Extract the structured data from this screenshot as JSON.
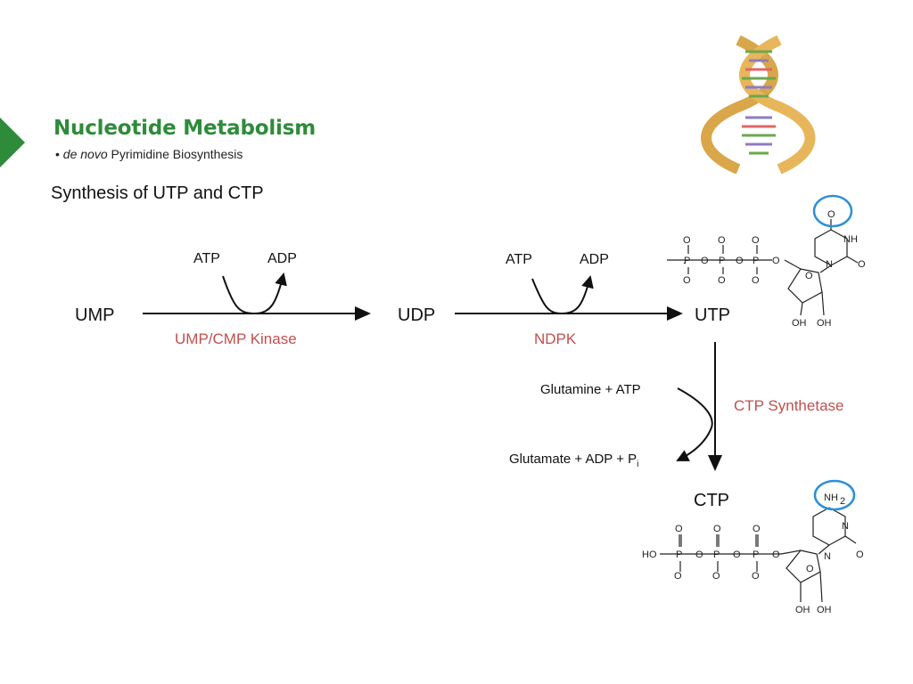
{
  "slide": {
    "title": "Nucleotide Metabolism",
    "bullet_prefix": "de novo",
    "bullet_rest": " Pyrimidine Biosynthesis",
    "heading": "Synthesis of UTP and CTP"
  },
  "pathway": {
    "ump": "UMP",
    "udp": "UDP",
    "utp": "UTP",
    "ctp": "CTP",
    "step1": {
      "in": "ATP",
      "out": "ADP",
      "enzyme": "UMP/CMP Kinase"
    },
    "step2": {
      "in": "ATP",
      "out": "ADP",
      "enzyme": "NDPK"
    },
    "step3": {
      "in": "Glutamine + ATP",
      "out_main": "Glutamate + ADP + P",
      "out_sub": "i",
      "enzyme": "CTP Synthetase"
    }
  },
  "structures": {
    "utp_labels": [
      "O",
      "NH",
      "O",
      "N",
      "O",
      "O",
      "O",
      "O",
      "O",
      "O",
      "O",
      "O",
      "O",
      "P",
      "P",
      "P",
      "OH",
      "OH"
    ],
    "ctp_labels": [
      "NH",
      "2",
      "N",
      "N",
      "O",
      "HO",
      "P",
      "P",
      "P",
      "O",
      "O",
      "O",
      "O",
      "O",
      "O",
      "O",
      "OH",
      "OH"
    ]
  },
  "colors": {
    "title": "#2e8b3a",
    "enzyme": "#c0504d",
    "highlight": "#2e8fd6",
    "arrow": "#111111"
  },
  "icons": [
    "green-triangle-marker",
    "dna-helix-icon"
  ]
}
